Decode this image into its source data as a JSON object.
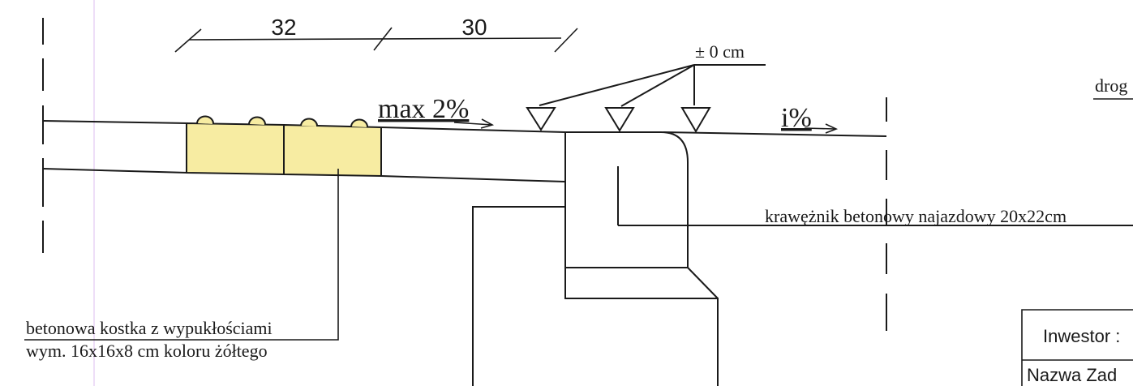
{
  "dimensions": {
    "d1": "32",
    "d2": "30"
  },
  "level_label": "± 0 cm",
  "slopes": {
    "left": "max 2%",
    "right": "i%"
  },
  "labels": {
    "road": "drog",
    "curb": "krawężnik betonowy najazdowy 20x22cm",
    "tactile_line1": "betonowa kostka z wypukłościami",
    "tactile_line2": "wym. 16x16x8 cm koloru żółtego"
  },
  "title_block": {
    "investor": "Inwestor :",
    "task_name": "Nazwa Zad"
  },
  "colors": {
    "tactile_fill": "#f7eca2",
    "margin_line": "#e3c8f2",
    "ink": "#1a1a1a"
  }
}
